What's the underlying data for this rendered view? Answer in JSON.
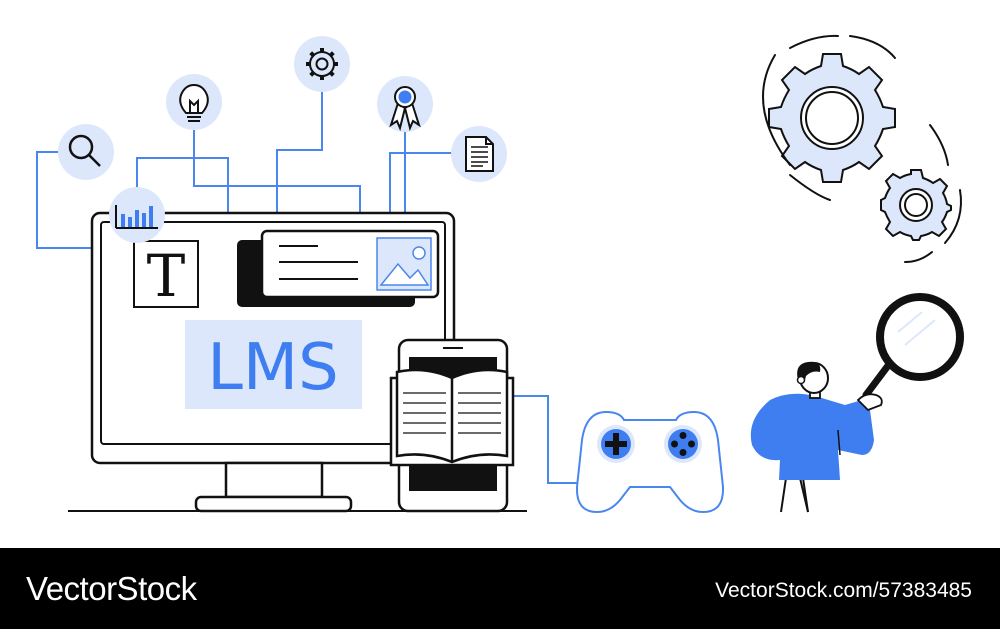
{
  "illustration": {
    "screen_label": "LMS",
    "text_tile_glyph": "T"
  },
  "watermark": {
    "brand": "VectorStock",
    "url": "VectorStock.com/57383485"
  },
  "colors": {
    "accent_blue": "#3f7ef0",
    "light_blue": "#dde7fb",
    "line_blue": "#4a86f0",
    "ink": "#111111",
    "footer_bg": "#000000"
  },
  "icons": [
    "magnifier-icon",
    "bar-chart-icon",
    "lightbulb-icon",
    "gear-icon",
    "award-ribbon-icon",
    "document-icon",
    "gamepad-icon",
    "open-book-icon",
    "image-icon"
  ]
}
